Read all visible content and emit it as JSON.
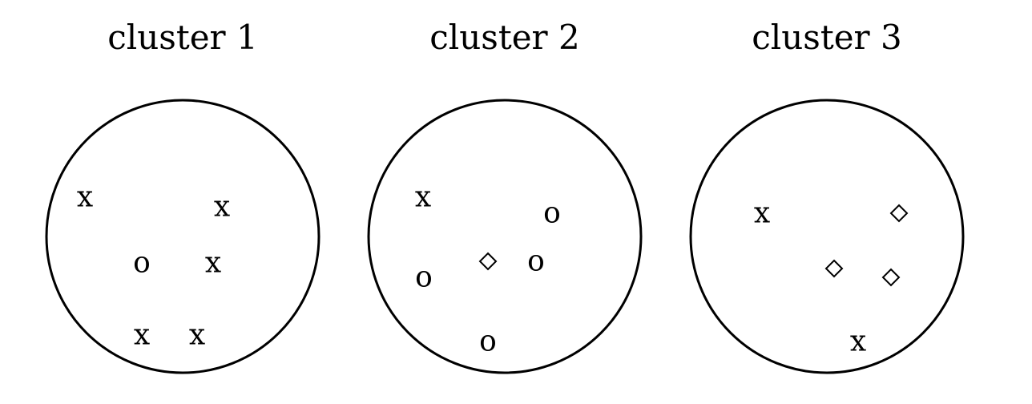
{
  "clusters": [
    {
      "title": "cluster 1",
      "points": [
        {
          "symbol": "x"
        },
        {
          "symbol": "x"
        },
        {
          "symbol": "o"
        },
        {
          "symbol": "x"
        },
        {
          "symbol": "x"
        },
        {
          "symbol": "x"
        }
      ]
    },
    {
      "title": "cluster 2",
      "points": [
        {
          "symbol": "x"
        },
        {
          "symbol": "o"
        },
        {
          "symbol": "o"
        },
        {
          "symbol": "diamond"
        },
        {
          "symbol": "o"
        },
        {
          "symbol": "o"
        }
      ]
    },
    {
      "title": "cluster 3",
      "points": [
        {
          "symbol": "x"
        },
        {
          "symbol": "diamond"
        },
        {
          "symbol": "diamond"
        },
        {
          "symbol": "diamond"
        },
        {
          "symbol": "x"
        }
      ]
    }
  ],
  "symbols": {
    "x": {
      "glyph": "x",
      "icon": "cross-marker"
    },
    "o": {
      "glyph": "o",
      "icon": "circle-marker"
    },
    "diamond": {
      "glyph": "",
      "icon": "diamond-marker"
    }
  },
  "colors": {
    "stroke": "#000000",
    "background": "#ffffff"
  }
}
